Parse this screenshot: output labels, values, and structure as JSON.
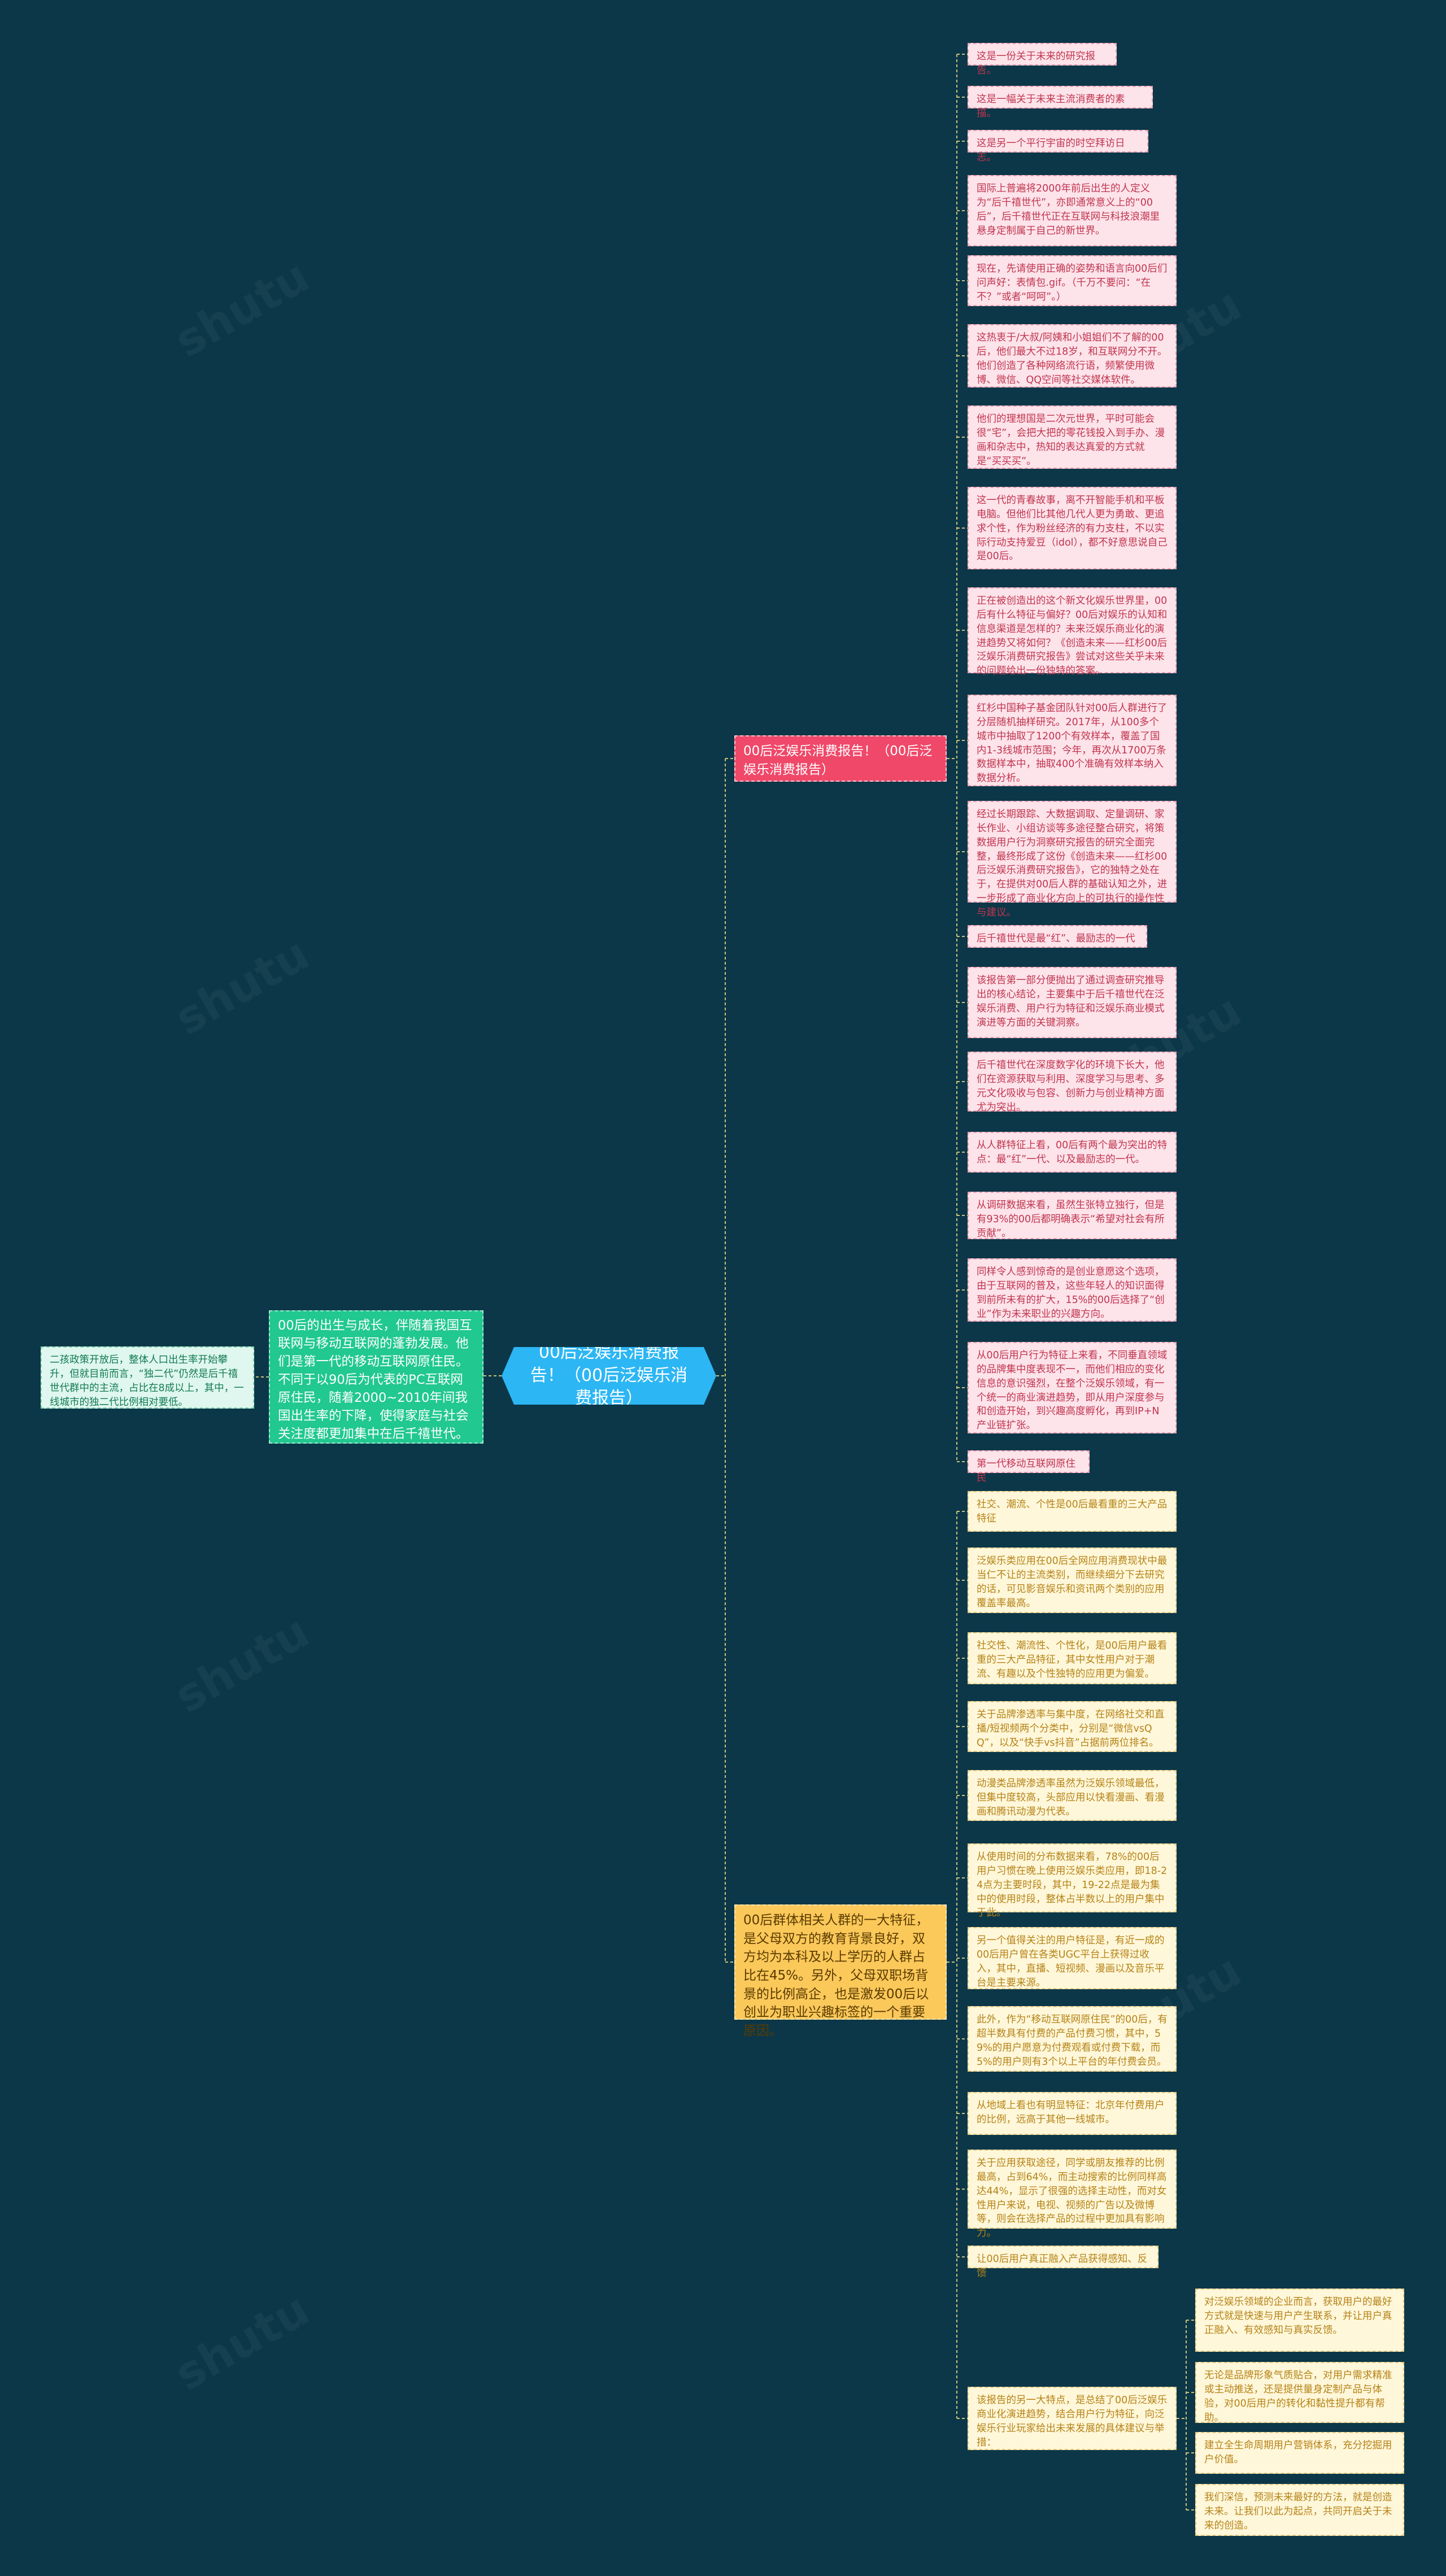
{
  "root": {
    "text": "00后泛娱乐消费报告！（00后泛娱乐消费报告）"
  },
  "left_branch": {
    "text": "00后的出生与成长，伴随着我国互联网与移动互联网的蓬勃发展。他们是第一代的移动互联网原住民。不同于以90后为代表的PC互联网原住民，随着2000~2010年间我国出生率的下降，使得家庭与社会关注度都更加集中在后千禧世代。",
    "children": [
      {
        "text": "二孩政策开放后，整体人口出生率开始攀升，但就目前而言，“独二代”仍然是后千禧世代群中的主流，占比在8成以上，其中，一线城市的独二代比例相对要低。"
      }
    ]
  },
  "branch_red": {
    "text": "00后泛娱乐消费报告！（00后泛娱乐消费报告）",
    "children": [
      {
        "text": "这是一份关于未来的研究报告。"
      },
      {
        "text": "这是一幅关于未来主流消费者的素描。"
      },
      {
        "text": "这是另一个平行宇宙的时空拜访日志。"
      },
      {
        "text": "国际上普遍将2000年前后出生的人定义为“后千禧世代”，亦即通常意义上的“00后”，后千禧世代正在互联网与科技浪潮里悬身定制属于自己的新世界。"
      },
      {
        "text": "现在，先请使用正确的姿势和语言向00后们问声好：表情包.gif。（千万不要问：“在不？”或者“呵呵”。）"
      },
      {
        "text": "这热衷于/大叔/阿姨和小姐姐们不了解的00后，他们最大不过18岁，和互联网分不开。他们创造了各种网络流行语，频繁使用微博、微信、QQ空间等社交媒体软件。"
      },
      {
        "text": "他们的理想国是二次元世界，平时可能会很“宅”，会把大把的零花钱投入到手办、漫画和杂志中，热知的表达真爱的方式就是“买买买”。"
      },
      {
        "text": "这一代的青春故事，离不开智能手机和平板电脑。但他们比其他几代人更为勇敢、更追求个性，作为粉丝经济的有力支柱，不以实际行动支持爱豆（idol），都不好意思说自己是00后。"
      },
      {
        "text": "正在被创造出的这个新文化娱乐世界里，00后有什么特征与偏好？00后对娱乐的认知和信息渠道是怎样的？未来泛娱乐商业化的演进趋势又将如何？《创造未来——红杉00后泛娱乐消费研究报告》尝试对这些关乎未来的问题给出一份独特的答案。"
      },
      {
        "text": "红杉中国种子基金团队针对00后人群进行了分层随机抽样研究。2017年，从100多个城市中抽取了1200个有效样本，覆盖了国内1-3线城市范围；今年，再次从1700万条数据样本中，抽取400个准确有效样本纳入数据分析。"
      },
      {
        "text": "经过长期跟踪、大数据调取、定量调研、家长作业、小组访谈等多途径整合研究，将策数据用户行为洞察研究报告的研究全面完整，最终形成了这份《创造未来——红杉00后泛娱乐消费研究报告》，它的独特之处在于，在提供对00后人群的基础认知之外，进一步形成了商业化方向上的可执行的操作性与建议。"
      },
      {
        "text": "后千禧世代是最“红”、最励志的一代"
      },
      {
        "text": "该报告第一部分便抛出了通过调查研究推导出的核心结论，主要集中于后千禧世代在泛娱乐消费、用户行为特征和泛娱乐商业模式演进等方面的关键洞察。"
      },
      {
        "text": "后千禧世代在深度数字化的环境下长大，他们在资源获取与利用、深度学习与思考、多元文化吸收与包容、创新力与创业精神方面尤为突出。"
      },
      {
        "text": "从人群特征上看，00后有两个最为突出的特点：最“红”一代、以及最励志的一代。"
      },
      {
        "text": "从调研数据来看，虽然生张特立独行，但是有93%的00后都明确表示“希望对社会有所贡献”。"
      },
      {
        "text": "同样令人感到惊奇的是创业意愿这个选项，由于互联网的普及，这些年轻人的知识面得到前所未有的扩大，15%的00后选择了“创业”作为未来职业的兴趣方向。"
      },
      {
        "text": "从00后用户行为特征上来看，不同垂直领域的品牌集中度表现不一，而他们相应的变化信息的意识强烈，在整个泛娱乐领域，有一个统一的商业演进趋势，即从用户深度参与和创造开始，到兴趣高度孵化，再到IP+N产业链扩张。"
      },
      {
        "text": "第一代移动互联网原住民"
      }
    ]
  },
  "branch_yellow": {
    "text": "00后群体相关人群的一大特征，是父母双方的教育背景良好，双方均为本科及以上学历的人群占比在45%。另外，父母双职场背景的比例高企，也是激发00后以创业为职业兴趣标签的一个重要原因。",
    "children": [
      {
        "text": "社交、潮流、个性是00后最看重的三大产品特征"
      },
      {
        "text": "泛娱乐类应用在00后全网应用消费现状中最当仁不让的主流类别，而继续细分下去研究的话，可见影音娱乐和资讯两个类别的应用覆盖率最高。"
      },
      {
        "text": "社交性、潮流性、个性化，是00后用户最看重的三大产品特征，其中女性用户对于潮流、有趣以及个性独特的应用更为偏爱。"
      },
      {
        "text": "关于品牌渗透率与集中度，在网络社交和直播/短视频两个分类中，分别是“微信vsQQ”，以及“快手vs抖音”占据前两位排名。"
      },
      {
        "text": "动漫类品牌渗透率虽然为泛娱乐领域最低，但集中度较高，头部应用以快看漫画、看漫画和腾讯动漫为代表。"
      },
      {
        "text": "从使用时间的分布数据来看，78%的00后用户习惯在晚上使用泛娱乐类应用，即18-24点为主要时段，其中，19-22点是最为集中的使用时段，整体占半数以上的用户集中于此。"
      },
      {
        "text": "另一个值得关注的用户特征是，有近一成的00后用户曾在各类UGC平台上获得过收入，其中，直播、短视频、漫画以及音乐平台是主要来源。"
      },
      {
        "text": "此外，作为“移动互联网原住民”的00后，有超半数具有付费的产品付费习惯，其中，59%的用户愿意为付费观看或付费下载，而5%的用户则有3个以上平台的年付费会员。"
      },
      {
        "text": "从地域上看也有明显特征：北京年付费用户的比例，远高于其他一线城市。"
      },
      {
        "text": "关于应用获取途径，同学或朋友推荐的比例最高，占到64%，而主动搜索的比例同样高达44%，显示了很强的选择主动性，而对女性用户来说，电视、视频的广告以及微博等，则会在选择产品的过程中更加具有影响力。"
      },
      {
        "text": "让00后用户真正融入产品获得感知、反馈"
      },
      {
        "text": "该报告的另一大特点，是总结了00后泛娱乐商业化演进趋势，结合用户行为特征，向泛娱乐行业玩家给出未来发展的具体建议与举措：",
        "children": [
          {
            "text": "对泛娱乐领域的企业而言，获取用户的最好方式就是快速与用户产生联系，并让用户真正融入、有效感知与真实反馈。"
          },
          {
            "text": "无论是品牌形象气质贴合，对用户需求精准或主动推送，还是提供量身定制产品与体验，对00后用户的转化和黏性提升都有帮助。"
          },
          {
            "text": "建立全生命周期用户营销体系，充分挖掘用户价值。"
          },
          {
            "text": "我们深信，预测未来最好的方法，就是创造未来。让我们以此为起点，共同开启关于未来的创造。"
          }
        ]
      }
    ]
  }
}
